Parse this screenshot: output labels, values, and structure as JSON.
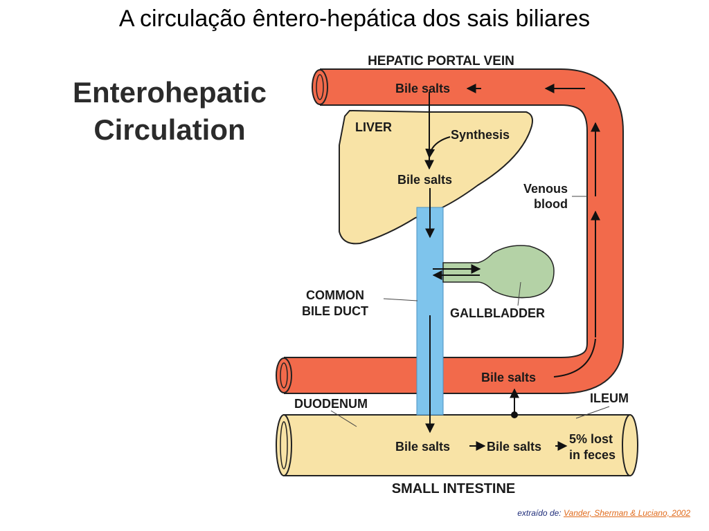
{
  "slide": {
    "title": "A circulação êntero-hepática dos sais biliares"
  },
  "diagram": {
    "heading_line1": "Enterohepatic",
    "heading_line2": "Circulation",
    "labels": {
      "hepatic_portal_vein": "HEPATIC PORTAL VEIN",
      "bile_salts_portal": "Bile salts",
      "liver": "LIVER",
      "synthesis": "Synthesis",
      "bile_salts_liver": "Bile salts",
      "venous_line1": "Venous",
      "venous_line2": "blood",
      "common_line1": "COMMON",
      "common_line2": "BILE DUCT",
      "gallbladder": "GALLBLADDER",
      "bile_salts_vein_lower": "Bile salts",
      "duodenum": "DUODENUM",
      "ileum": "ILEUM",
      "bile_salts_intestine_1": "Bile salts",
      "bile_salts_intestine_2": "Bile salts",
      "lost_line1": "5% lost",
      "lost_line2": "in feces",
      "small_intestine": "SMALL INTESTINE"
    },
    "colors": {
      "vein": "#f26a4b",
      "liver": "#f8e3a6",
      "bile_duct": "#7ec4ec",
      "gallbladder": "#b4d2a6",
      "intestine": "#f8e3a6",
      "outline": "#222222"
    }
  },
  "credit": {
    "prefix": "extraído de:",
    "link": "Vander, Sherman & Luciano, 2002"
  }
}
